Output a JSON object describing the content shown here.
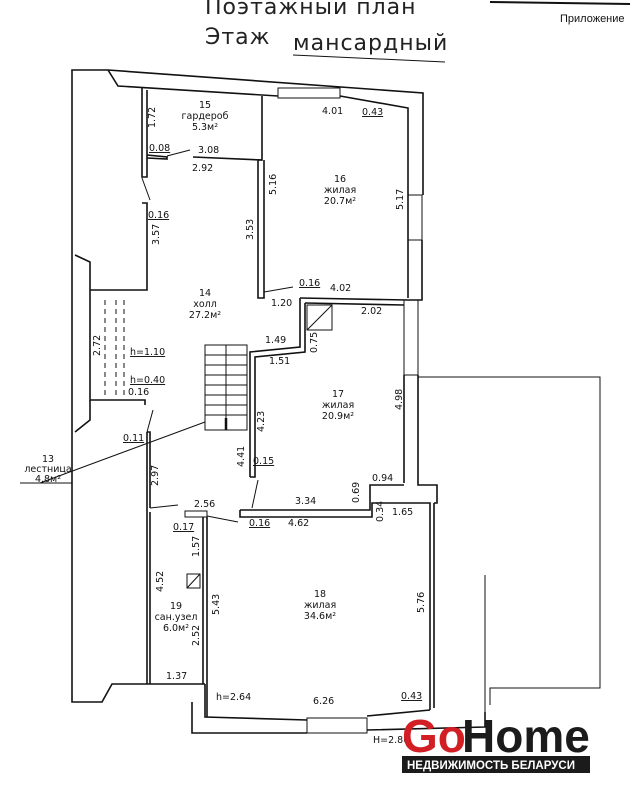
{
  "header": {
    "title_line1": "Поэтажный план",
    "title_line2_prefix": "Этаж",
    "title_line2_floor": "мансардный",
    "appendix": "Приложение"
  },
  "rooms": [
    {
      "num": "15",
      "name": "гардероб",
      "area": "5.3м²"
    },
    {
      "num": "16",
      "name": "жилая",
      "area": "20.7м²"
    },
    {
      "num": "14",
      "name": "холл",
      "area": "27.2м²"
    },
    {
      "num": "17",
      "name": "жилая",
      "area": "20.9м²"
    },
    {
      "num": "13",
      "name": "лестница",
      "area": "4.8м²"
    },
    {
      "num": "19",
      "name": "сан.узел",
      "area": "6.0м²"
    },
    {
      "num": "18",
      "name": "жилая",
      "area": "34.6м²"
    }
  ],
  "dimensions": [
    "1.72",
    "0.08",
    "3.08",
    "2.92",
    "0.16",
    "3.57",
    "5.16",
    "3.53",
    "4.01",
    "0.43",
    "5.17",
    "0.16",
    "4.02",
    "1.20",
    "2.02",
    "0.75",
    "1.49",
    "1.51",
    "2.72",
    "h=1.10",
    "h=0.40",
    "0.16",
    "4.23",
    "4.98",
    "0.11",
    "2.97",
    "4.41",
    "0.15",
    "0.94",
    "0.69",
    "3.34",
    "2.56",
    "0.17",
    "0.16",
    "4.62",
    "0.34",
    "1.65",
    "1.57",
    "4.52",
    "5.43",
    "5.76",
    "2.52",
    "1.37",
    "h=2.64",
    "6.26",
    "0.43",
    "H=2.86"
  ],
  "logo": {
    "brand_go": "Go",
    "brand_home": "Home",
    "tagline": "НЕДВИЖИМОСТЬ БЕЛАРУСИ",
    "colors": {
      "go": "#d21f26",
      "home": "#1b1b1b"
    }
  }
}
